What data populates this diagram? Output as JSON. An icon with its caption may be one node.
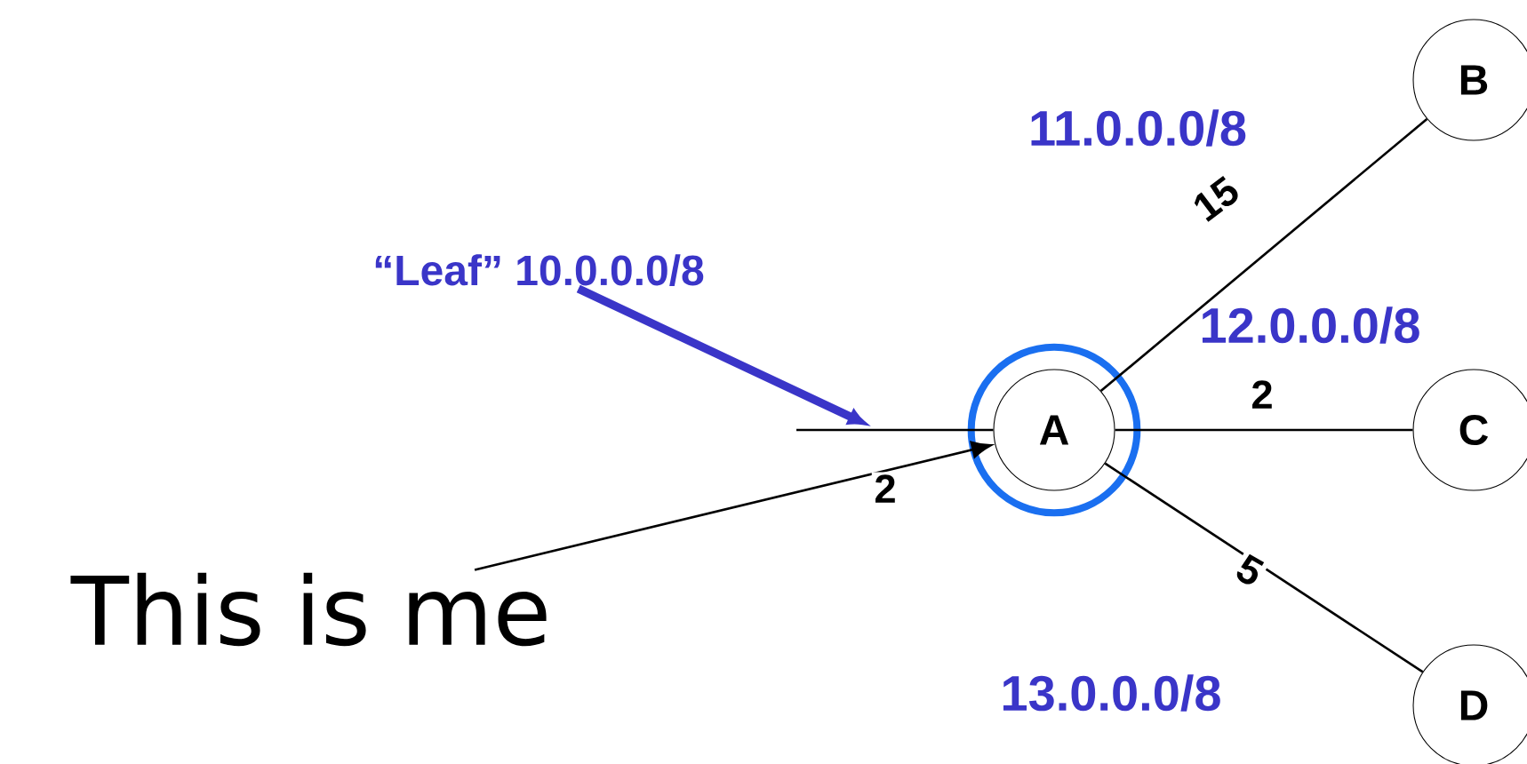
{
  "diagram": {
    "nodes": [
      {
        "text": [
          "A"
        ]
      },
      {
        "text": [
          "B"
        ]
      },
      {
        "text": [
          "C"
        ]
      },
      {
        "text": [
          "D"
        ]
      },
      {
        "text": [
          "This is me"
        ]
      },
      {
        "text": [
          "“Leaf” 10.0.0.0/8"
        ]
      }
    ],
    "edges": [
      {
        "from": 0,
        "to": 1,
        "arrow": "none",
        "label": "15"
      },
      {
        "from": 0,
        "to": 2,
        "arrow": "none",
        "label": "2"
      },
      {
        "from": 0,
        "to": 3,
        "arrow": "none",
        "label": "5"
      },
      {
        "from": null,
        "to": 0,
        "arrow": "none",
        "label": "2"
      },
      {
        "from": 4,
        "to": 0,
        "arrow": "to"
      },
      {
        "from": 5,
        "to": null,
        "arrow": "to",
        "style": "thick",
        "color": "#3a35c8"
      }
    ],
    "labels": [
      "11.0.0.0/8",
      "12.0.0.0/8",
      "13.0.0.0/8"
    ]
  }
}
